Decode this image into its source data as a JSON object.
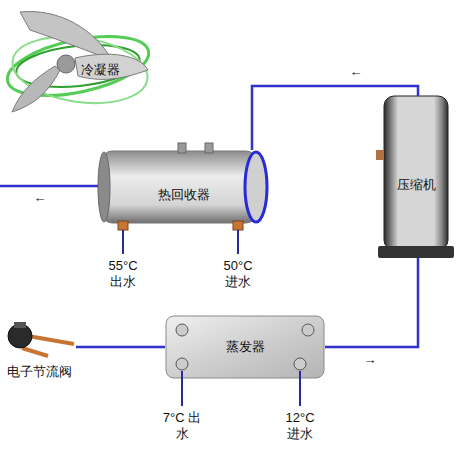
{
  "diagram": {
    "nodes": [
      {
        "text": [
          "冷凝器"
        ]
      },
      {
        "text": [
          "热回收器"
        ]
      },
      {
        "text": [
          "压缩机"
        ]
      },
      {
        "text": [
          "电子节流阀"
        ]
      },
      {
        "text": [
          "蒸发器"
        ]
      }
    ],
    "edges": [
      {
        "from": 2,
        "to": 1,
        "arrow": "none",
        "label": "←"
      },
      {
        "from": 4,
        "to": 2,
        "arrow": "none",
        "label": "→"
      },
      {
        "from": 3,
        "to": 4,
        "arrow": "none"
      }
    ],
    "labels": [
      "←",
      "55°C 出水",
      "50°C 进水",
      "7°C 出水",
      "12°C 进水"
    ]
  }
}
